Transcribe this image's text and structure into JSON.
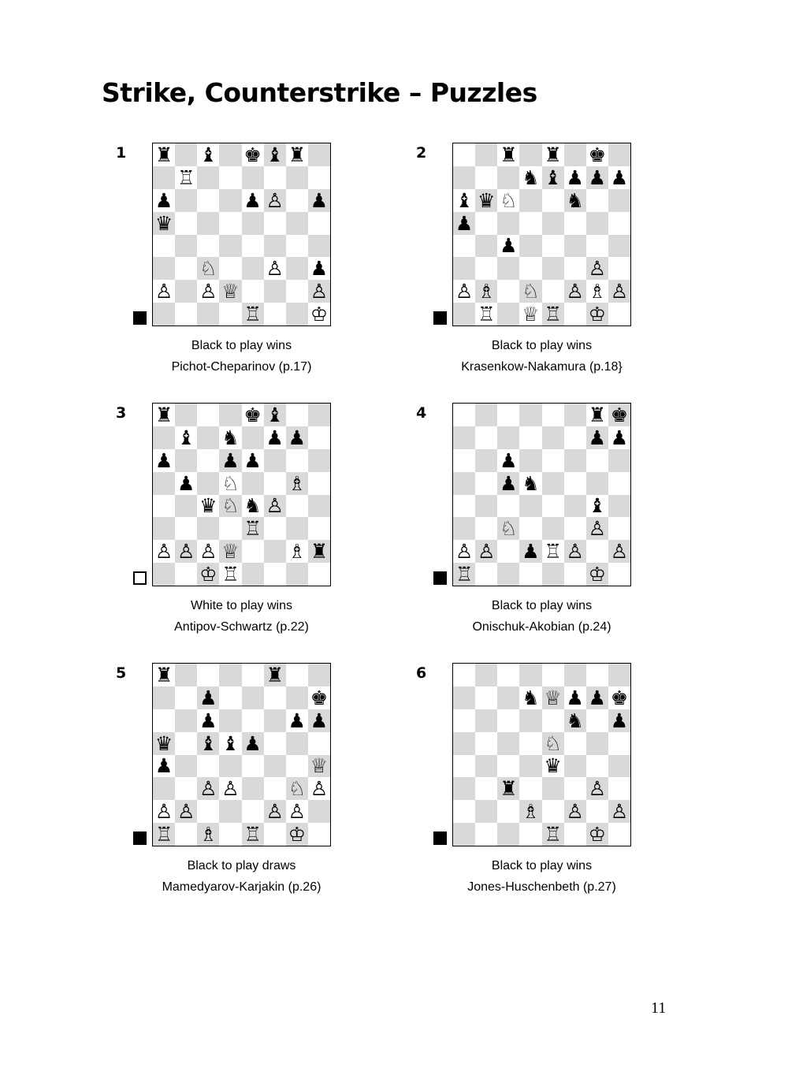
{
  "page": {
    "title": "Strike, Counterstrike – Puzzles",
    "page_number": "11"
  },
  "legend": {
    "pieces": {
      "K": "♔",
      "Q": "♕",
      "R": "♖",
      "B": "♗",
      "N": "♘",
      "P": "♙",
      "k": "♚",
      "q": "♛",
      "r": "♜",
      "b": "♝",
      "n": "♞",
      "p": "♟"
    }
  },
  "puzzles": [
    {
      "number": "1",
      "to_move": "black",
      "task": "Black to play wins",
      "game": "Pichot-Cheparinov (p.17)",
      "rows": [
        "r.b.kbr.",
        ".R......",
        "p...pP.p",
        "q.......",
        "........",
        "..N..P.p",
        "P.PQ...P",
        "....R..K"
      ]
    },
    {
      "number": "2",
      "to_move": "black",
      "task": "Black to play wins",
      "game": "Krasenkow-Nakamura (p.18}",
      "rows": [
        "..r.r.k.",
        "...nbppp",
        "bqN..n..",
        "p.......",
        "..p.....",
        "......P.",
        "PB.N.PBP",
        ".R.QR.K."
      ]
    },
    {
      "number": "3",
      "to_move": "white",
      "task": "White to play wins",
      "game": "Antipov-Schwartz (p.22)",
      "rows": [
        "r...kb..",
        ".b.n.pp.",
        "p..pp...",
        ".p.N..B.",
        "..qNnP..",
        "....R...",
        "PPPQ..Br",
        "..KR...."
      ]
    },
    {
      "number": "4",
      "to_move": "black",
      "task": "Black to play wins",
      "game": "Onischuk-Akobian (p.24)",
      "rows": [
        "......rk",
        "......pp",
        "..p.....",
        "..pn....",
        "......b.",
        "..N...P.",
        "PP.pRP.P",
        "R.....K."
      ]
    },
    {
      "number": "5",
      "to_move": "black",
      "task": "Black to play draws",
      "game": "Mamedyarov-Karjakin (p.26)",
      "rows": [
        "r....r..",
        "..p....k",
        "..p...pp",
        "q.bbp...",
        "p......Q",
        "..PP..NP",
        "PP...PP.",
        "R.B.R.K."
      ]
    },
    {
      "number": "6",
      "to_move": "black",
      "task": "Black to play wins",
      "game": "Jones-Huschenbeth (p.27)",
      "rows": [
        "........",
        "...nQppk",
        ".....n.p",
        "....N...",
        "....q...",
        "..r...P.",
        "...B.P.P",
        "....R.K."
      ]
    }
  ]
}
